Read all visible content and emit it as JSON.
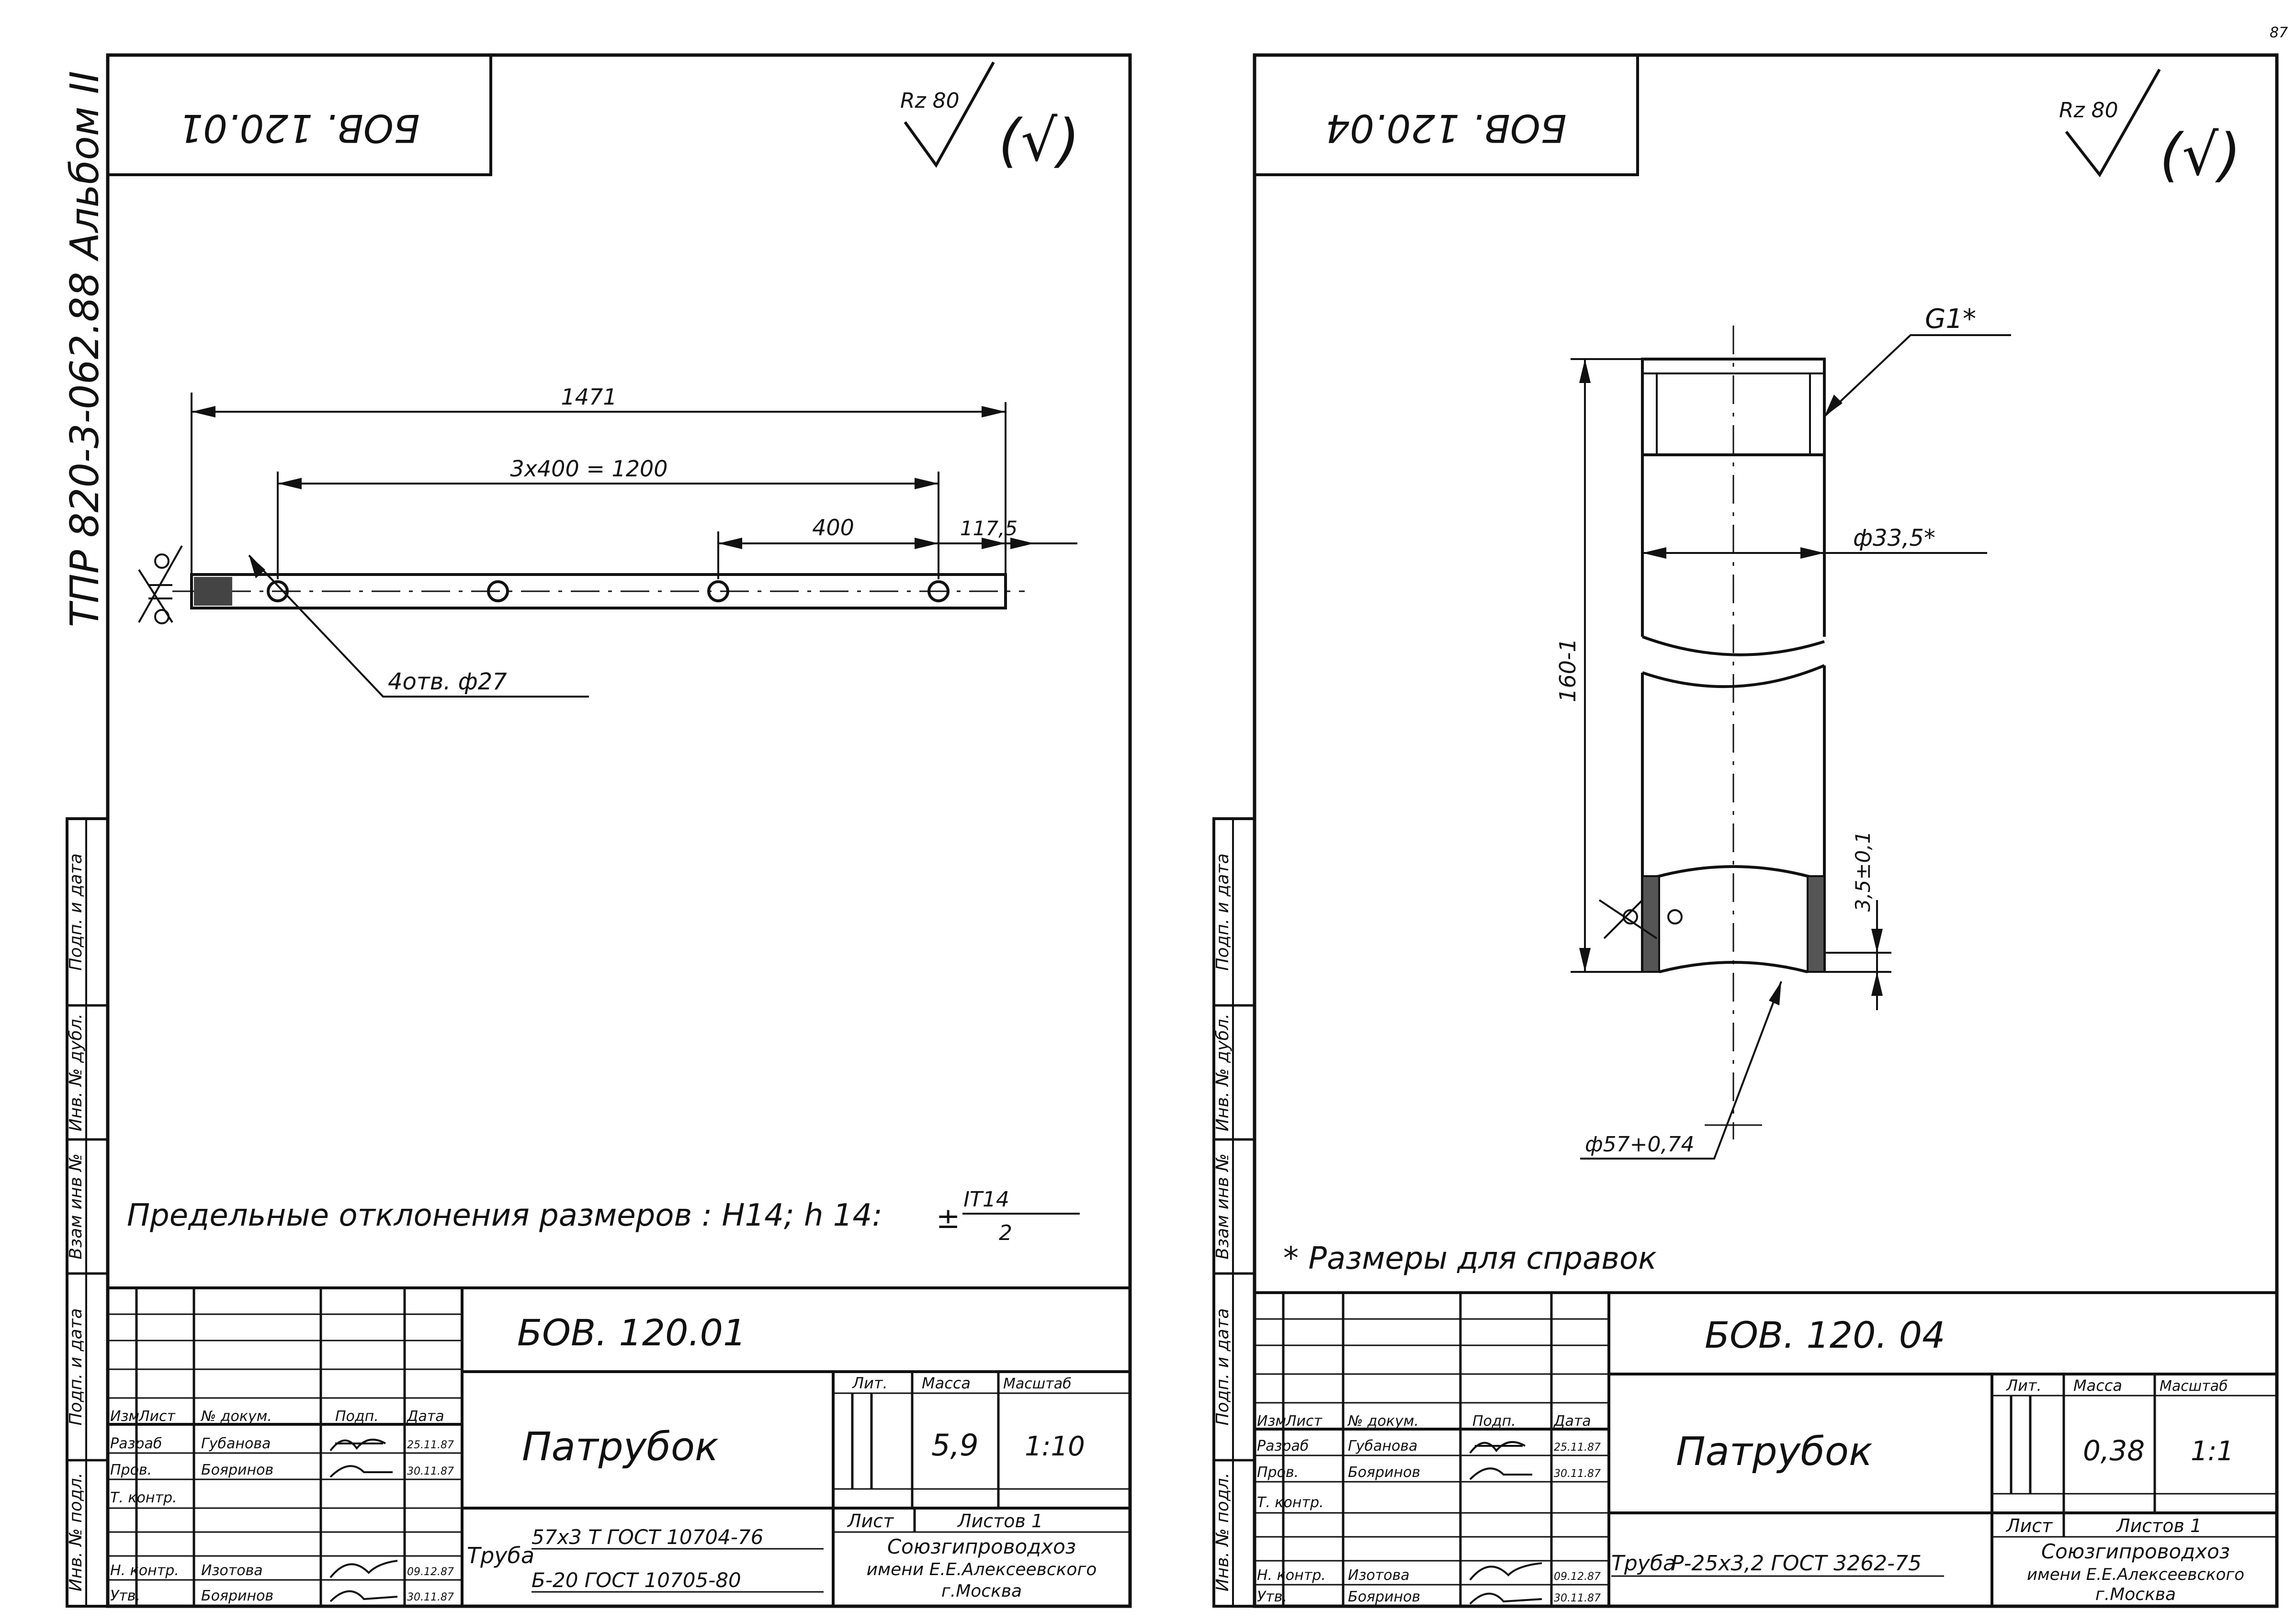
{
  "page_number": "87",
  "album_label": "ТПР 820-3-062.88 Альбом II",
  "side_labels": [
    "Подп. и дата",
    "Инв. № дубл.",
    "Взам инв №",
    "Подп. и дата",
    "Инв. № подл."
  ],
  "roughness": {
    "rz": "Rz 80",
    "paren": "(√)"
  },
  "stamp_headers": {
    "izm": "Изм",
    "list": "Лист",
    "ndoc": "№ докум.",
    "podp": "Подп.",
    "data": "Дата",
    "razrab": "Разраб",
    "prov": "Пров.",
    "tkontr": "Т. контр.",
    "nkontr": "Н. контр.",
    "utv": "Утв.",
    "lit": "Лит.",
    "massa": "Масса",
    "masshtab": "Масштаб",
    "list_cell": "Лист",
    "listov": "Листов"
  },
  "sheets": [
    {
      "code_top": "БОВ. 120.01",
      "code_title": "БОВ. 120.01",
      "part_name": "Патрубок",
      "mass": "5,9",
      "scale": "1:10",
      "sheets_total": "Листов 1",
      "material_label": "Труба",
      "material_line1": "57х3 Т ГОСТ 10704-76",
      "material_line2": "Б-20 ГОСТ 10705-80",
      "org": [
        "Союзгипроводхоз",
        "имени Е.Е.Алексеевского",
        "г.Москва"
      ],
      "people": {
        "razrab": "Губанова",
        "prov": "Бояринов",
        "nkontr": "Изотова",
        "utv": "Бояринов"
      },
      "dates": {
        "razrab": "25.11.87",
        "prov": "30.11.87",
        "nkontr": "09.12.87",
        "utv": "30.11.87"
      },
      "dims": {
        "overall": "1471",
        "pitch": "3х400 = 1200",
        "single": "400",
        "end": "117,5",
        "holes": "4отв. ф27"
      },
      "tolerance_text": "Предельные отклонения размеров : Н14; h 14:",
      "tolerance_formula": {
        "sign": "±",
        "num": "IT14",
        "den": "2"
      }
    },
    {
      "code_top": "БОВ. 120.04",
      "code_title": "БОВ. 120. 04",
      "part_name": "Патрубок",
      "mass": "0,38",
      "scale": "1:1",
      "sheets_total": "Листов 1",
      "material_label": "Труба",
      "material_line1": "Р-25х3,2 ГОСТ 3262-75",
      "material_line2": "",
      "org": [
        "Союзгипроводхоз",
        "имени Е.Е.Алексеевского",
        "г.Москва"
      ],
      "people": {
        "razrab": "Губанова",
        "prov": "Бояринов",
        "nkontr": "Изотова",
        "utv": "Бояринов"
      },
      "dates": {
        "razrab": "25.11.87",
        "prov": "30.11.87",
        "nkontr": "09.12.87",
        "utv": "30.11.87"
      },
      "dims": {
        "thread": "G1*",
        "diameter": "ф33,5*",
        "length": "160-1",
        "wall": "3,5±0,1",
        "bore": "ф57+0,74"
      },
      "note": "* Размеры для справок"
    }
  ]
}
